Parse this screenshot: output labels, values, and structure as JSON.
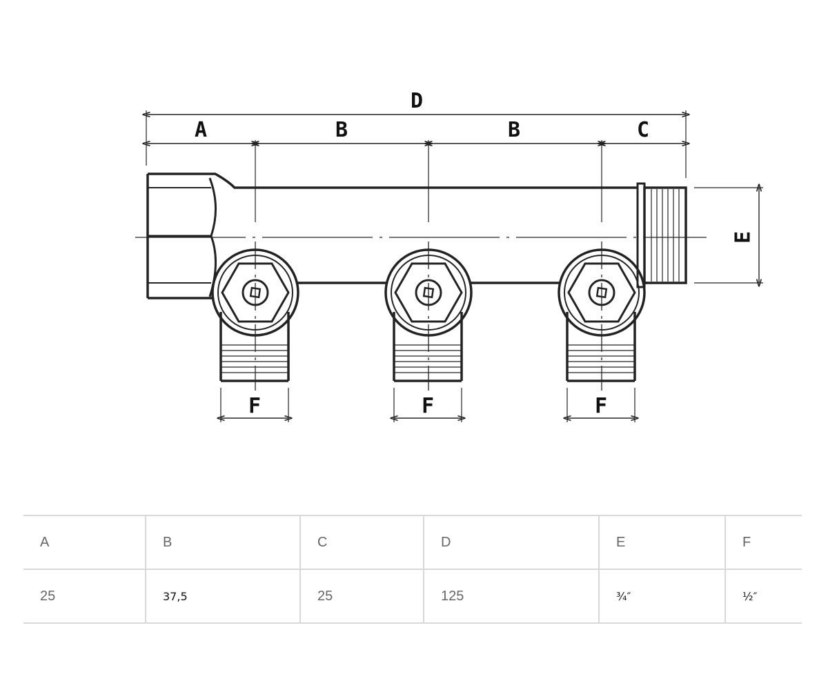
{
  "drawing": {
    "labels": {
      "A": "A",
      "B1": "B",
      "B2": "B",
      "C": "C",
      "D": "D",
      "E": "E",
      "F1": "F",
      "F2": "F",
      "F3": "F"
    }
  },
  "table": {
    "headers": [
      "A",
      "B",
      "C",
      "D",
      "E",
      "F"
    ],
    "values": [
      "25",
      "37,5",
      "25",
      "125",
      "¾″",
      "½″"
    ]
  }
}
